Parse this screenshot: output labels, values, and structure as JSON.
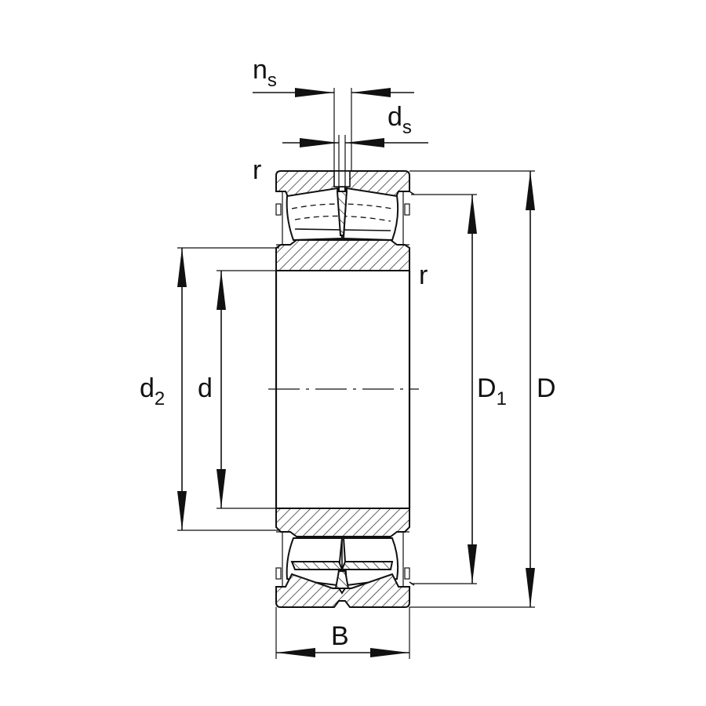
{
  "labels": {
    "ns_main": "n",
    "ns_sub": "s",
    "ds_main": "d",
    "ds_sub": "s",
    "r_top": "r",
    "r_inner": "r",
    "d2_main": "d",
    "d2_sub": "2",
    "d": "d",
    "D1_main": "D",
    "D1_sub": "1",
    "D": "D",
    "B": "B"
  }
}
